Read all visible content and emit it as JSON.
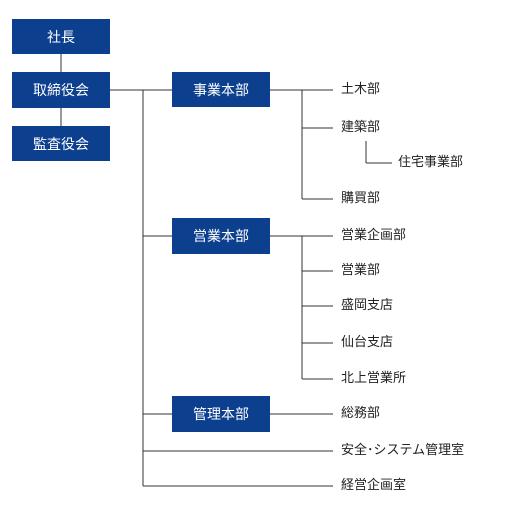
{
  "colors": {
    "box_fill": "#0d3f8f",
    "box_text": "#ffffff",
    "line": "#333333"
  },
  "boxes": {
    "president": "社長",
    "board": "取締役会",
    "auditors": "監査役会",
    "business_hq": "事業本部",
    "sales_hq": "営業本部",
    "admin_hq": "管理本部"
  },
  "departments": {
    "civil": "土木部",
    "construction": "建築部",
    "housing": "住宅事業部",
    "purchasing": "購買部",
    "sales_planning": "営業企画部",
    "sales": "営業部",
    "morioka": "盛岡支店",
    "sendai": "仙台支店",
    "kitakami": "北上営業所",
    "general_affairs": "総務部",
    "safety_system": "安全･システム管理室",
    "corporate_planning": "経営企画室"
  }
}
